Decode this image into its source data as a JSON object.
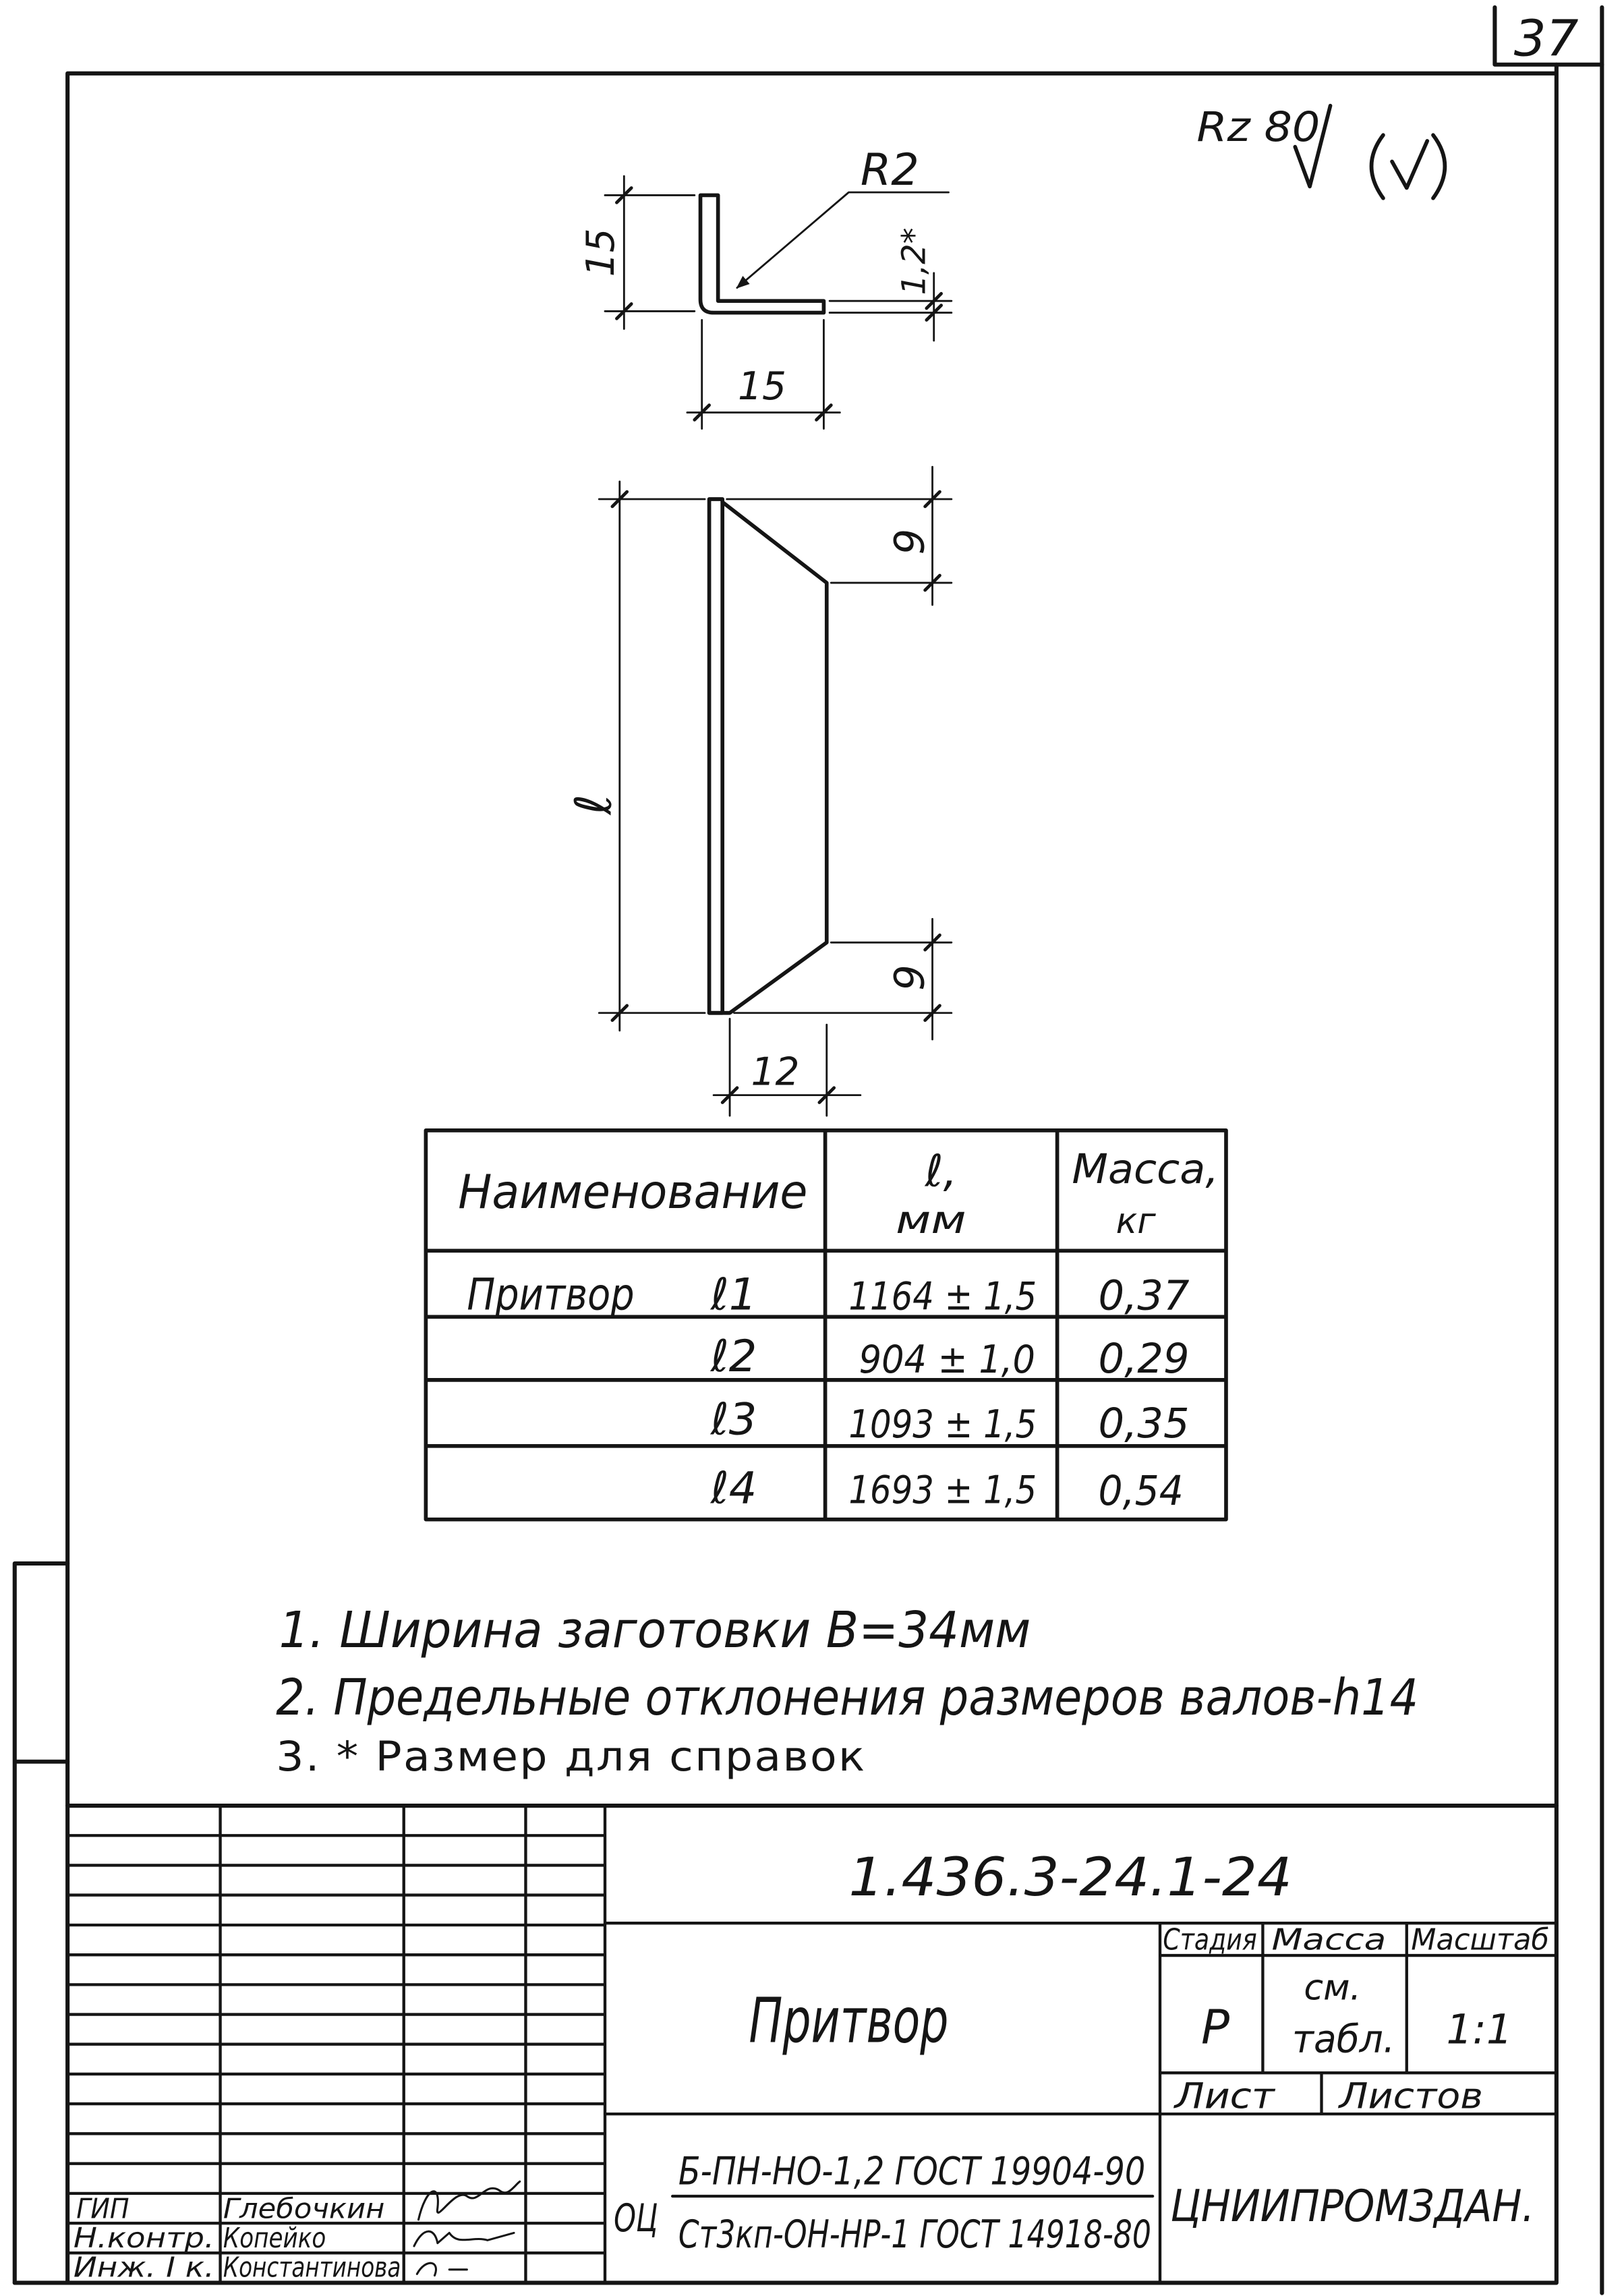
{
  "sheet_number": "37",
  "roughness": "Rz 80",
  "colors": {
    "ink": "#151515",
    "paper": "#ffffff"
  },
  "section_view": {
    "height_dim": "15",
    "width_dim": "15",
    "radius": "R2",
    "thickness": "1,2*"
  },
  "side_view": {
    "length_dim": "ℓ",
    "top_dim": "9",
    "bottom_dim": "9",
    "width_dim": "12"
  },
  "table": {
    "headers": {
      "name": "Наименование",
      "length": [
        "ℓ,",
        "мм"
      ],
      "mass": [
        "Масса,",
        "кг"
      ]
    },
    "rows": [
      {
        "name": "Притвор",
        "mark": "ℓ1",
        "length": "1164 ± 1,5",
        "mass": "0,37"
      },
      {
        "mark": "ℓ2",
        "length": "904 ± 1,0",
        "mass": "0,29"
      },
      {
        "mark": "ℓ3",
        "length": "1093 ± 1,5",
        "mass": "0,35"
      },
      {
        "mark": "ℓ4",
        "length": "1693 ± 1,5",
        "mass": "0,54"
      }
    ]
  },
  "notes": [
    "1. Ширина заготовки В=34мм",
    "2. Предельные отклонения размеров валов-h14",
    "3. * Размер для справок"
  ],
  "title_block": {
    "designation": "1.436.3-24.1-24",
    "part_name": "Притвор",
    "stage_label": "Стадия",
    "mass_label": "Масса",
    "scale_label": "Масштаб",
    "stage": "Р",
    "mass": [
      "см.",
      "табл."
    ],
    "scale": "1:1",
    "sheet_label": "Лист",
    "sheets_label": "Листов",
    "material": {
      "prefix": "ОЦ",
      "profile": "Б-ПН-НО-1,2 ГОСТ 19904-90",
      "grade": "Ст3кп-ОН-НР-1 ГОСТ 14918-80"
    },
    "organization": "ЦНИИПРОМЗДАН.",
    "signatures": [
      {
        "role": "ГИП",
        "name": "Глебочкин"
      },
      {
        "role": "Н.контр.",
        "name": "Копейко"
      },
      {
        "role": "Инж. I к.",
        "name": "Константинова"
      }
    ]
  }
}
